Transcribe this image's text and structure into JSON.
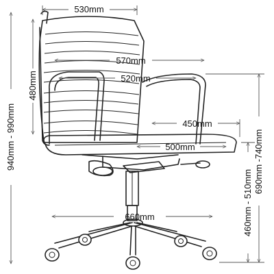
{
  "diagram": {
    "type": "office-chair-dimension-drawing",
    "dimensions": {
      "back_width": "530mm",
      "arm_width": "570mm",
      "inner_width": "520mm",
      "back_height": "480mm",
      "total_height": "940mm - 990mm",
      "seat_depth": "450mm",
      "seat_width": "500mm",
      "seat_height": "460mm - 510mm",
      "arm_height": "690mm -740mm",
      "base_diameter": "660mm"
    }
  }
}
